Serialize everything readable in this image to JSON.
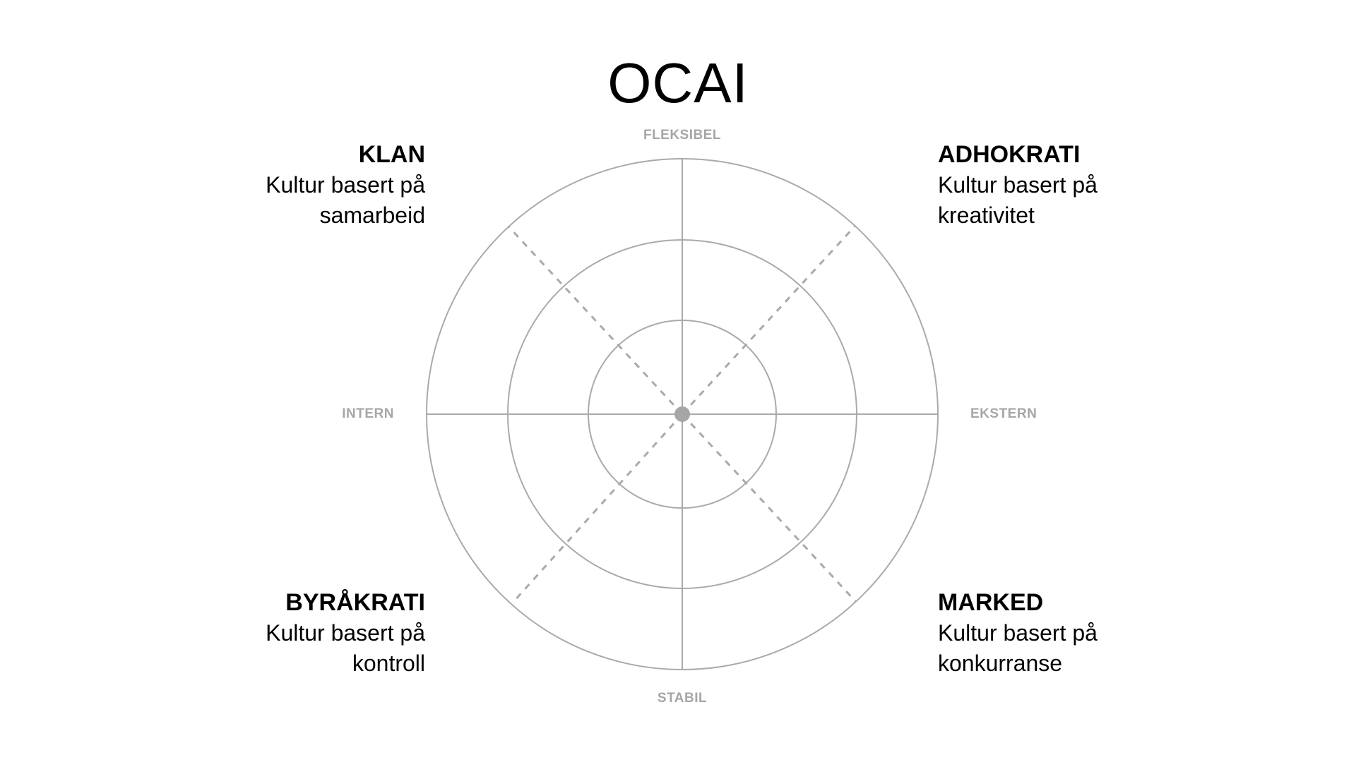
{
  "title": "OCAI",
  "axes": {
    "top": "FLEKSIBEL",
    "bottom": "STABIL",
    "left": "INTERN",
    "right": "EKSTERN"
  },
  "quadrants": {
    "top_left": {
      "name": "KLAN",
      "description": "Kultur basert på samarbeid"
    },
    "top_right": {
      "name": "ADHOKRATI",
      "description": "Kultur basert på kreativitet"
    },
    "bottom_left": {
      "name": "BYRÅKRATI",
      "description": "Kultur basert på kontroll"
    },
    "bottom_right": {
      "name": "MARKED",
      "description": "Kultur basert på konkurranse"
    }
  },
  "colors": {
    "lines": "#aaaaaa",
    "axis_text": "#a6a6a6",
    "text": "#000000"
  }
}
